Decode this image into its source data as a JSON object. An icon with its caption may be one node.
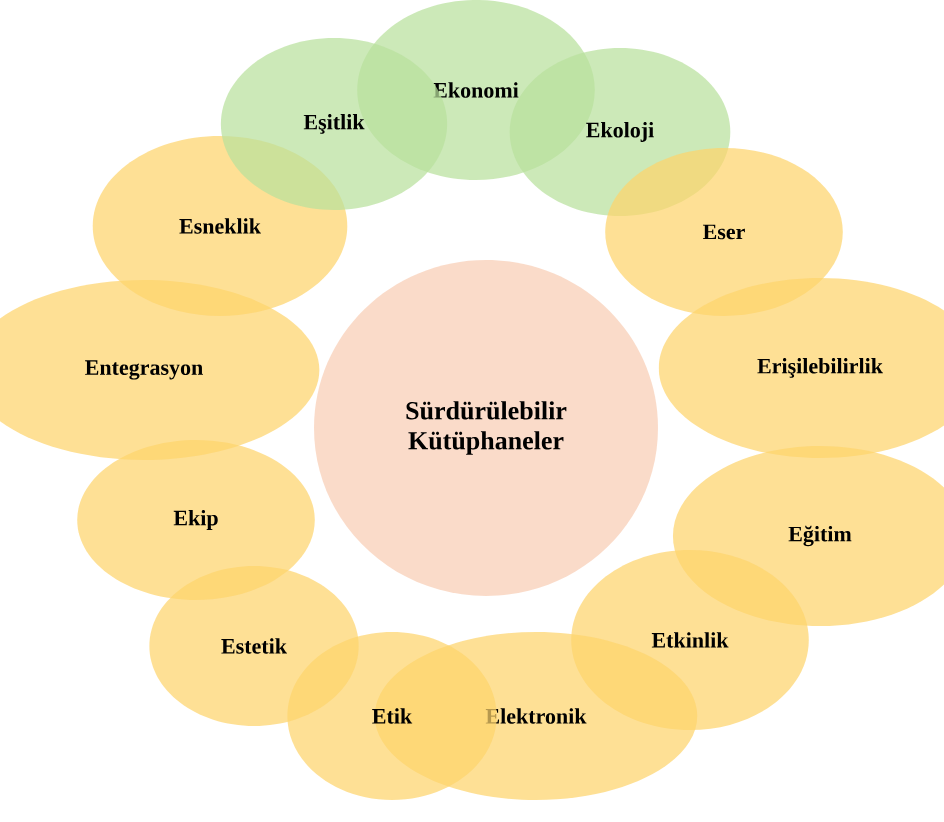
{
  "diagram": {
    "nodes": [
      {
        "text": [
          "Sürdürülebilir Kütüphaneler"
        ]
      },
      {
        "text": [
          "Ekonomi"
        ]
      },
      {
        "text": [
          "Ekoloji"
        ]
      },
      {
        "text": [
          "Eser"
        ]
      },
      {
        "text": [
          "Erişilebilirlik"
        ]
      },
      {
        "text": [
          "Eğitim"
        ]
      },
      {
        "text": [
          "Etkinlik"
        ]
      },
      {
        "text": [
          "Elektronik"
        ]
      },
      {
        "text": [
          "Etik"
        ]
      },
      {
        "text": [
          "Estetik"
        ]
      },
      {
        "text": [
          "Ekip"
        ]
      },
      {
        "text": [
          "Entegrasyon"
        ]
      },
      {
        "text": [
          "Esneklik"
        ]
      },
      {
        "text": [
          "Eşitlik"
        ]
      }
    ]
  }
}
